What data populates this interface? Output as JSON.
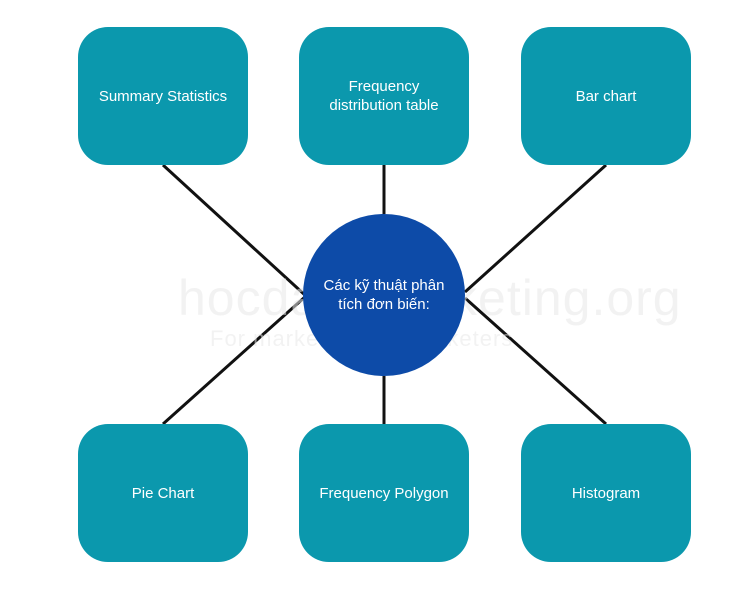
{
  "colors": {
    "box_fill": "#0b98ad",
    "center_fill": "#0d4ba8",
    "line": "#111111",
    "text": "#ffffff"
  },
  "center": {
    "label": "Các kỹ thuật phân tích đơn biến:"
  },
  "nodes": {
    "summary_statistics": "Summary Statistics",
    "frequency_distribution_table": "Frequency distribution table",
    "bar_chart": "Bar chart",
    "pie_chart": "Pie Chart",
    "frequency_polygon": "Frequency Polygon",
    "histogram": "Histogram"
  },
  "watermark": {
    "main": "hocdatamarketing.org",
    "sub": "For marketers, by marketers"
  }
}
